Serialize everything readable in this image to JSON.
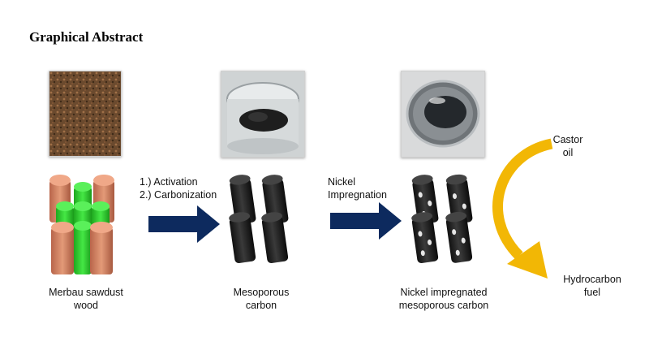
{
  "header": {
    "title": "Graphical Abstract"
  },
  "stages": [
    {
      "label_line1": "Merbau sawdust",
      "label_line2": "wood"
    },
    {
      "label_line1": "Mesoporous",
      "label_line2": "carbon"
    },
    {
      "label_line1": "Nickel impregnated",
      "label_line2": "mesoporous carbon"
    }
  ],
  "steps": [
    {
      "line1": "1.) Activation",
      "line2": "2.) Carbonization"
    },
    {
      "line1": "Nickel",
      "line2": "Impregnation"
    }
  ],
  "reaction": {
    "reactant_line1": "Castor",
    "reactant_line2": "oil",
    "product_line1": "Hydrocarbon",
    "product_line2": "fuel"
  },
  "colors": {
    "arrow_navy": "#0d2a5e",
    "wood_pellet": "#d98a66",
    "green_pellet": "#2fd12f",
    "carbon_pellet": "#262626",
    "curve_arrow": "#f2b705"
  }
}
